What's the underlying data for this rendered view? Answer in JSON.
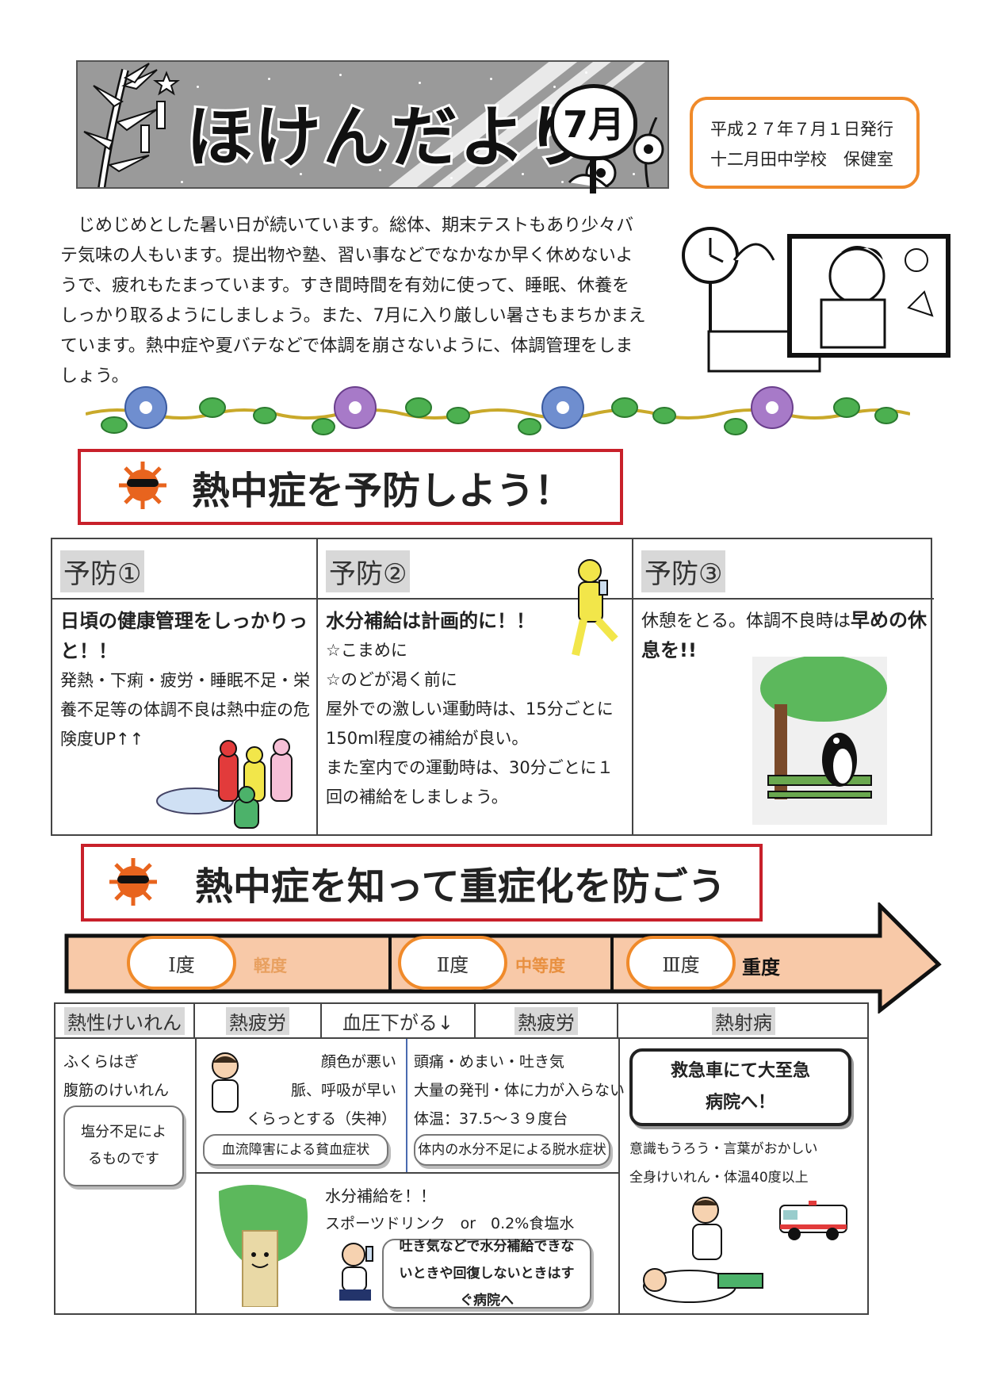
{
  "header": {
    "title": "ほけんだより",
    "month": "7月",
    "issue_date": "平成２７年７月１日発行",
    "issuer": "十二月田中学校　保健室"
  },
  "intro": {
    "text": "じめじめとした暑い日が続いています。総体、期末テストもあり少々バテ気味の人もいます。提出物や塾、習い事などでなかなか早く休めないようで、疲れもたまっています。すき間時間を有効に使って、睡眠、休養をしっかり取るようにしましょう。また、7月に入り厳しい暑さもまちかまえています。熱中症や夏バテなどで体調を崩さないように、体調管理をしましょう。"
  },
  "section1": {
    "title": "熱中症を予防しよう！",
    "prevention": [
      {
        "tag": "予防①",
        "heading": "日頃の健康管理をしっかりっと！！",
        "body": "発熱・下痢・疲労・睡眠不足・栄養不足等の体調不良は熱中症の危険度UP↑↑"
      },
      {
        "tag": "予防②",
        "heading": "水分補給は計画的に！！",
        "lines": [
          "☆こまめに",
          "☆のどが渇く前に",
          "屋外での激しい運動時は、15分ごとに150ml程度の補給が良い。",
          "また室内での運動時は、30分ごとに１回の補給をしましょう。"
        ]
      },
      {
        "tag": "予防③",
        "body_plain": "休憩をとる。体調不良時は",
        "body_bold": "早めの休息を!!"
      }
    ]
  },
  "section2": {
    "title": "熱中症を知って重症化を防ごう",
    "levels": [
      {
        "grade": "Ⅰ度",
        "label": "軽度",
        "color": "#f4b183"
      },
      {
        "grade": "Ⅱ度",
        "label": "中等度",
        "color": "#f4a15a"
      },
      {
        "grade": "Ⅲ度",
        "label": "重度",
        "color": "#111111"
      }
    ],
    "columns": {
      "c1": "熱性けいれん",
      "c2": "熱疲労",
      "c3": "血圧下がる↓",
      "c4": "熱疲労",
      "c5": "熱射病"
    },
    "cramps": {
      "lines": [
        "ふくらはぎ",
        "腹筋のけいれん"
      ],
      "note": "塩分不足によるものです"
    },
    "exhaustion_left": {
      "lines": [
        "顔色が悪い",
        "脈、呼吸が早い",
        "くらっとする（失神）"
      ],
      "note": "血流障害による貧血症状"
    },
    "exhaustion_right": {
      "lines": [
        "頭痛・めまい・吐き気",
        "大量の発刊・体に力が入らない",
        "体温：37.5～３９度台"
      ],
      "note": "体内の水分不足による脱水症状"
    },
    "hydration": {
      "title": "水分補給を！！",
      "drink": "スポーツドリンク　or　0.2%食塩水",
      "note": "吐き気などで水分補給できないときや回復しないときはすぐ病院へ"
    },
    "heatstroke": {
      "alert": "救急車にて大至急病院へ！",
      "lines": [
        "意識もうろう・言葉がおかしい",
        "全身けいれん・体温40度以上"
      ]
    }
  },
  "colors": {
    "accent_orange": "#f08a2a",
    "section_red": "#c8202a",
    "arrow_fill": "#f8c9a8",
    "label_gray": "#d8d8d8"
  }
}
